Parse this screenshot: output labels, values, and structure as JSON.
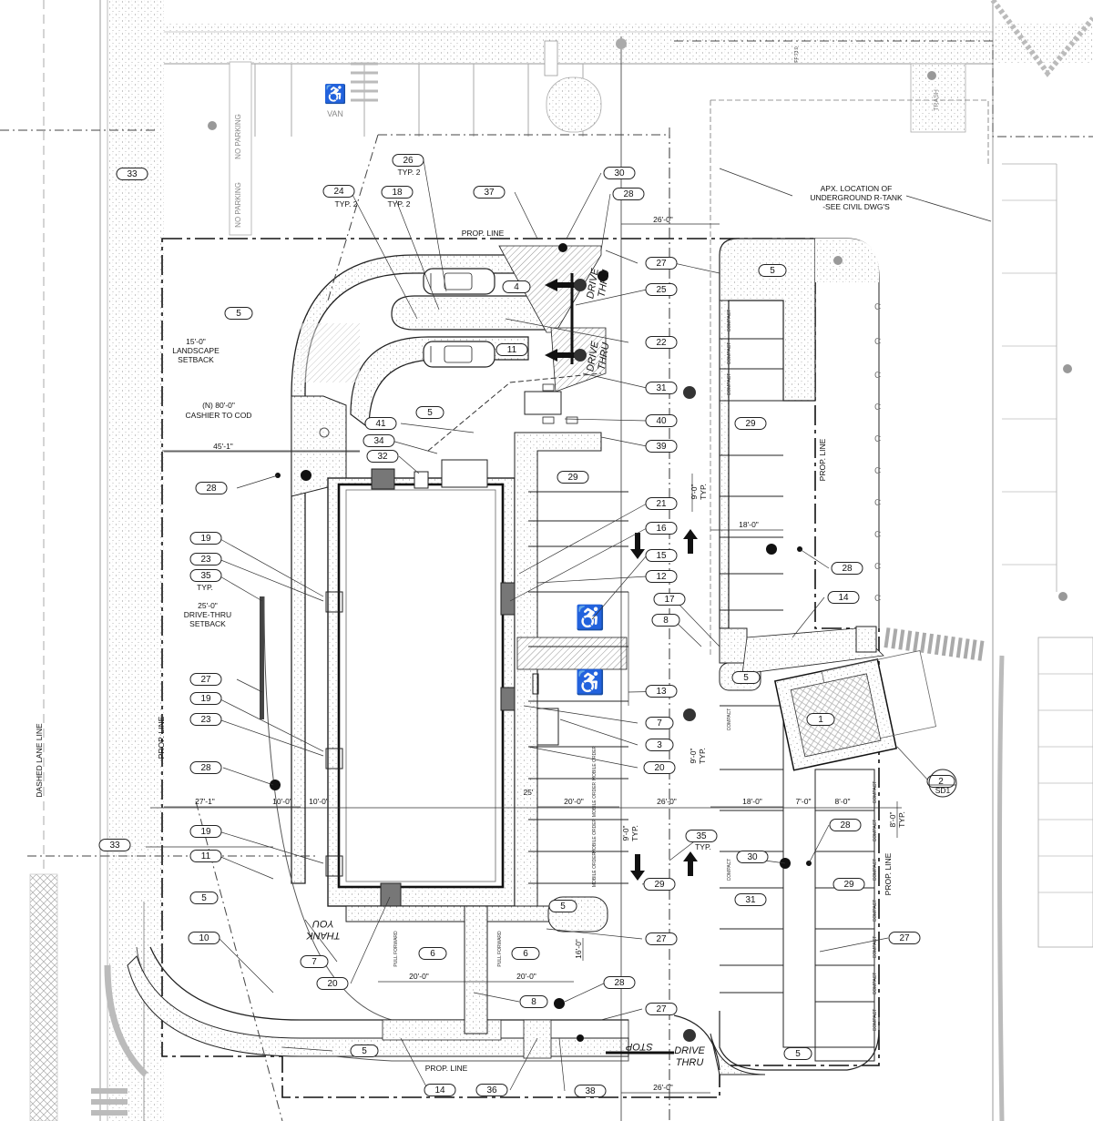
{
  "notes": {
    "landscape_setback": [
      "15'-0\"",
      "LANDSCAPE",
      "SETBACK"
    ],
    "drive_thru_setback": [
      "25'-0\"",
      "DRIVE-THRU",
      "SETBACK"
    ],
    "cod": [
      "(N) 80'-0\"",
      "CASHIER TO COD"
    ],
    "tank": [
      "APX. LOCATION OF",
      "UNDERGROUND R-TANK",
      "-SEE CIVIL DWG'S"
    ],
    "prop_line": "PROP. LINE",
    "dashed_lane_line": "DASHED LANE LINE",
    "van": "VAN",
    "no_parking": "NO PARKING",
    "drive_thru": [
      "DRIVE",
      "THRU"
    ],
    "thank_you": [
      "THANK",
      "YOU"
    ],
    "stop": "STOP",
    "typ": "TYP.",
    "typ2": "TYP. 2",
    "compact": "COMPACT",
    "mobile_order": "MOBILE ORDER",
    "pull_forward": "PULL FORWARD",
    "sheet_ref": "SD1",
    "trash": "TRASH",
    "ff": "FF:73.0"
  },
  "dimensions": {
    "d26_top": "26'-0\"",
    "d45": "45'-1\"",
    "d18_a": "18'-0\"",
    "d9_a": "9'-0\"",
    "d27": "27'-1\"",
    "d10_a": "10'-0\"",
    "d10_b": "10'-0\"",
    "d25": "25'",
    "d20_a": "20'-0\"",
    "d26_mid": "26'-0\"",
    "d18_b": "18'-0\"",
    "d7": "7'-0\"",
    "d8_a": "8'-0\"",
    "d9_b": "9'-0\"",
    "d8_b": "8'-0\"",
    "d20_b": "20'-0\"",
    "d20_c": "20'-0\"",
    "d16": "16'-0\"",
    "d26_bot": "26'-0\"",
    "d9_c": "9'-0\""
  },
  "callouts": [
    {
      "label": "33"
    },
    {
      "label": "26"
    },
    {
      "label": "24"
    },
    {
      "label": "18"
    },
    {
      "label": "37"
    },
    {
      "label": "30"
    },
    {
      "label": "28"
    },
    {
      "label": "5"
    },
    {
      "label": "27"
    },
    {
      "label": "4"
    },
    {
      "label": "25"
    },
    {
      "label": "5"
    },
    {
      "label": "11"
    },
    {
      "label": "22"
    },
    {
      "label": "31"
    },
    {
      "label": "5"
    },
    {
      "label": "40"
    },
    {
      "label": "41"
    },
    {
      "label": "34"
    },
    {
      "label": "39"
    },
    {
      "label": "32"
    },
    {
      "label": "29"
    },
    {
      "label": "29"
    },
    {
      "label": "28"
    },
    {
      "label": "21"
    },
    {
      "label": "16"
    },
    {
      "label": "15"
    },
    {
      "label": "19"
    },
    {
      "label": "23"
    },
    {
      "label": "35"
    },
    {
      "label": "12"
    },
    {
      "label": "28"
    },
    {
      "label": "17"
    },
    {
      "label": "14"
    },
    {
      "label": "8"
    },
    {
      "label": "5"
    },
    {
      "label": "27"
    },
    {
      "label": "13"
    },
    {
      "label": "19"
    },
    {
      "label": "23"
    },
    {
      "label": "1"
    },
    {
      "label": "7"
    },
    {
      "label": "3"
    },
    {
      "label": "20"
    },
    {
      "label": "28"
    },
    {
      "label": "2"
    },
    {
      "label": "28"
    },
    {
      "label": "19"
    },
    {
      "label": "35"
    },
    {
      "label": "33"
    },
    {
      "label": "11"
    },
    {
      "label": "30"
    },
    {
      "label": "29"
    },
    {
      "label": "31"
    },
    {
      "label": "29"
    },
    {
      "label": "5"
    },
    {
      "label": "5"
    },
    {
      "label": "27"
    },
    {
      "label": "27"
    },
    {
      "label": "10"
    },
    {
      "label": "6"
    },
    {
      "label": "6"
    },
    {
      "label": "7"
    },
    {
      "label": "20"
    },
    {
      "label": "28"
    },
    {
      "label": "8"
    },
    {
      "label": "27"
    },
    {
      "label": "5"
    },
    {
      "label": "5"
    },
    {
      "label": "14"
    },
    {
      "label": "36"
    },
    {
      "label": "38"
    }
  ]
}
